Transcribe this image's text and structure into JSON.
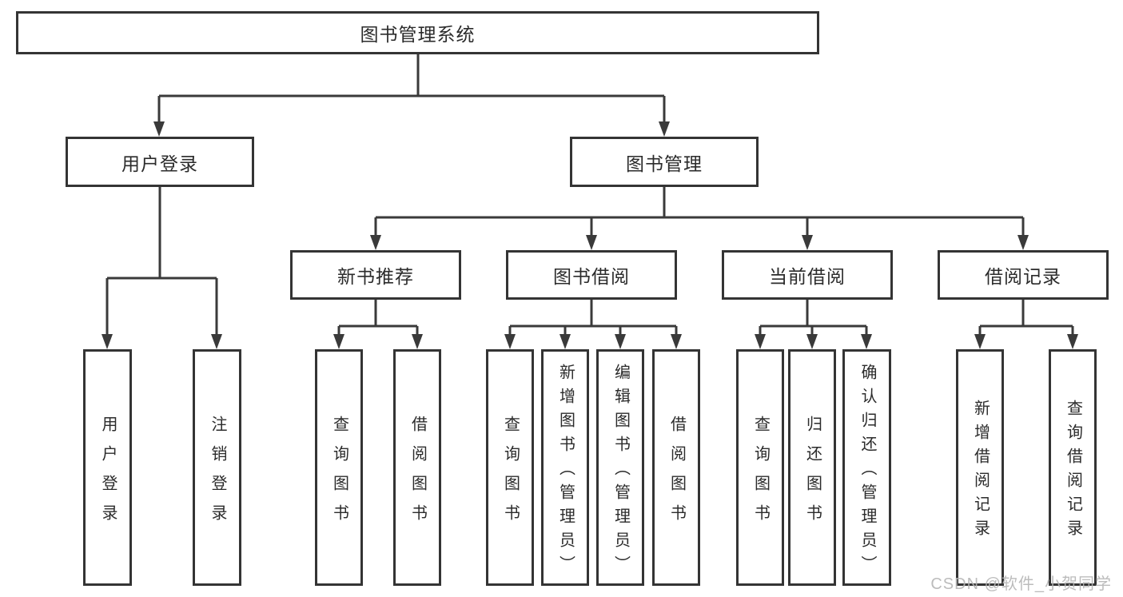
{
  "diagram": {
    "root": {
      "label": "图书管理系统"
    },
    "branches": [
      {
        "label": "用户登录",
        "leaves": [
          {
            "label": "用户登录"
          },
          {
            "label": "注销登录"
          }
        ]
      },
      {
        "label": "图书管理",
        "groups": [
          {
            "label": "新书推荐",
            "leaves": [
              {
                "label": "查询图书"
              },
              {
                "label": "借阅图书"
              }
            ]
          },
          {
            "label": "图书借阅",
            "leaves": [
              {
                "label": "查询图书"
              },
              {
                "label": "新增图书（管理员）"
              },
              {
                "label": "编辑图书（管理员）"
              },
              {
                "label": "借阅图书"
              }
            ]
          },
          {
            "label": "当前借阅",
            "leaves": [
              {
                "label": "查询图书"
              },
              {
                "label": "归还图书"
              },
              {
                "label": "确认归还（管理员）"
              }
            ]
          },
          {
            "label": "借阅记录",
            "leaves": [
              {
                "label": "新增借阅记录"
              },
              {
                "label": "查询借阅记录"
              }
            ]
          }
        ]
      }
    ]
  },
  "watermark": {
    "text": "CSDN @软件_小贺同学"
  },
  "colors": {
    "line": "#3a3a3a",
    "border": "#343434",
    "text": "#2b2b2b",
    "watermark": "#b5b5b5",
    "background": "#ffffff"
  }
}
